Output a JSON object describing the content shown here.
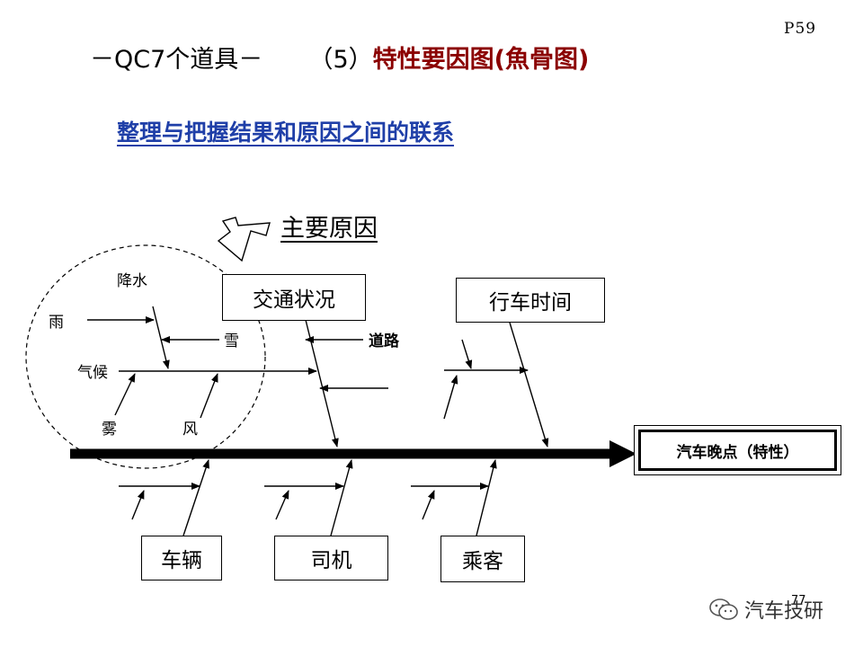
{
  "page_number": "P59",
  "header": {
    "prefix": "－QC7个道具－",
    "section": "（5）",
    "topic": "特性要因图(魚骨图)"
  },
  "subtitle": "整理与把握结果和原因之间的联系",
  "main_cause_label": "主要原因",
  "effect": "汽车晚点（特性）",
  "categories": {
    "traffic": "交通状况",
    "time": "行车时间",
    "vehicle": "车辆",
    "driver": "司机",
    "passenger": "乘客"
  },
  "causes": {
    "climate": "气候",
    "precipitation": "降水",
    "rain": "雨",
    "snow": "雪",
    "fog": "雾",
    "wind": "风",
    "road": "道路"
  },
  "watermark": "汽车技研"
}
